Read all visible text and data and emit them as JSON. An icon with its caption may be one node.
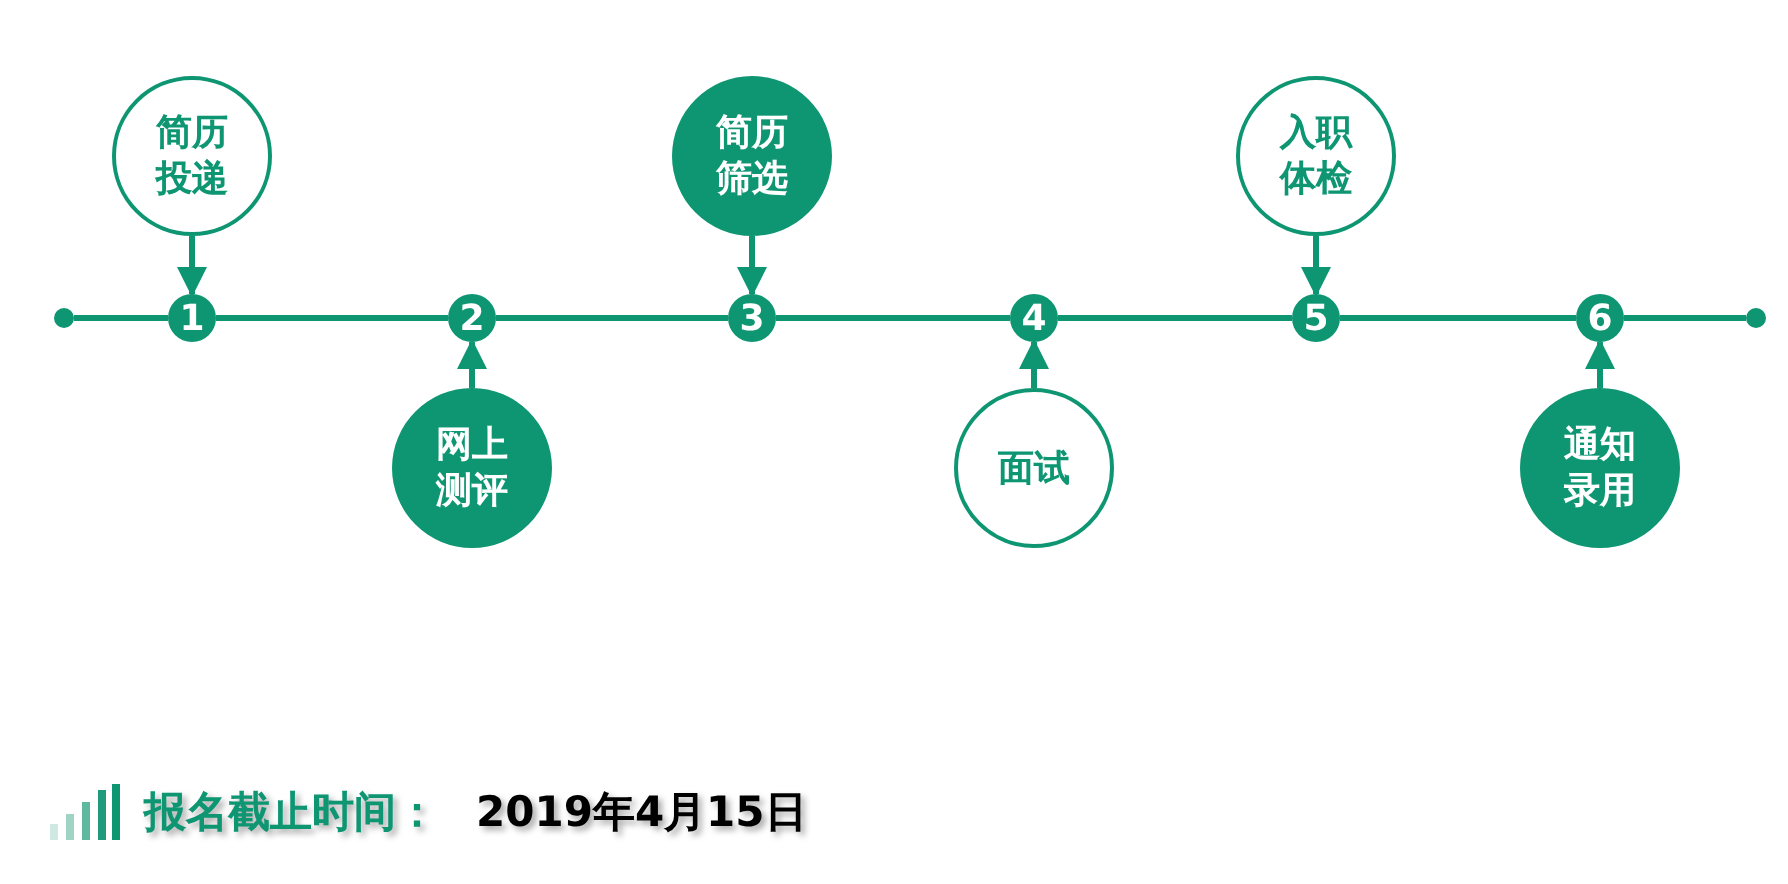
{
  "diagram": {
    "nodes": [
      {
        "text": [],
        "shape": "circle"
      },
      {
        "text": [
          "1"
        ]
      },
      {
        "text": [
          "2"
        ]
      },
      {
        "text": [
          "3"
        ]
      },
      {
        "text": [
          "4"
        ]
      },
      {
        "text": [
          "5"
        ]
      },
      {
        "text": [
          "6"
        ]
      },
      {
        "text": [],
        "shape": "circle"
      },
      {
        "text": [
          "简历投递"
        ]
      },
      {
        "text": [
          "网上测评"
        ]
      },
      {
        "text": [
          "简历筛选"
        ]
      },
      {
        "text": [
          "面试"
        ]
      },
      {
        "text": [
          "入职体检"
        ]
      },
      {
        "text": [
          "通知录用"
        ]
      }
    ],
    "edges": [
      {
        "from": 0,
        "to": 1,
        "arrow": "none"
      },
      {
        "from": 1,
        "to": 2,
        "arrow": "none"
      },
      {
        "from": 2,
        "to": 3,
        "arrow": "none"
      },
      {
        "from": 3,
        "to": 4,
        "arrow": "none"
      },
      {
        "from": 4,
        "to": 5,
        "arrow": "none"
      },
      {
        "from": 5,
        "to": 6,
        "arrow": "none"
      },
      {
        "from": 6,
        "to": 7,
        "arrow": "none"
      },
      {
        "from": 8,
        "to": 1,
        "arrow": "to"
      },
      {
        "from": 9,
        "to": 2,
        "arrow": "to"
      },
      {
        "from": 10,
        "to": 3,
        "arrow": "to"
      },
      {
        "from": 11,
        "to": 4,
        "arrow": "to"
      },
      {
        "from": 12,
        "to": 5,
        "arrow": "to"
      },
      {
        "from": 13,
        "to": 6,
        "arrow": "to"
      }
    ],
    "labels": [
      "报名截止时间：",
      "2019年4月15日"
    ]
  }
}
